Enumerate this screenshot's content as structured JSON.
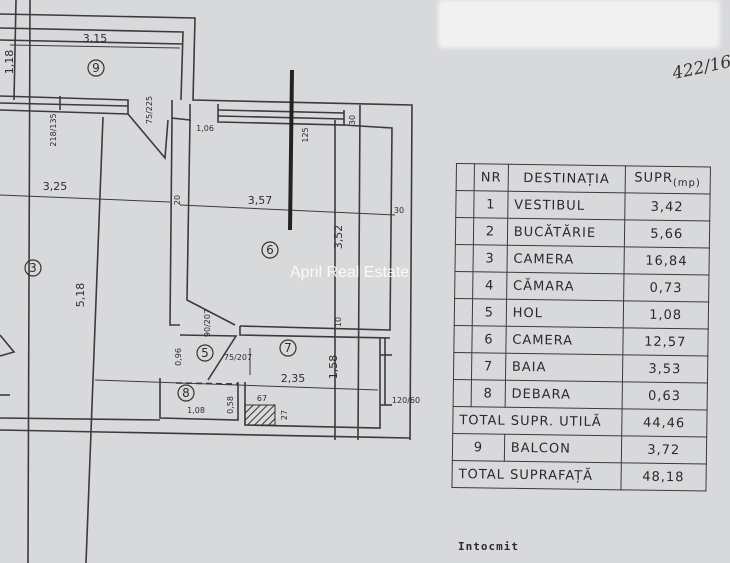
{
  "watermark": "April Real Estate",
  "handwritten_note": "422/16",
  "footer": {
    "signed_by_label": "Intocmit"
  },
  "plan": {
    "rooms": [
      "9",
      "3",
      "6",
      "5",
      "7",
      "8"
    ],
    "dimensions": {
      "balcony_width": "3,15",
      "balcony_depth": "1,18",
      "window_3": "218/135",
      "door_1": "75/225",
      "wall_thickness_1": "1,06",
      "window_6": "125",
      "pillar": "30",
      "room3_width": "3,25",
      "partition": "20",
      "room6_width": "3,57",
      "wall_right": "30",
      "room6_depth": "3,52",
      "room3_depth": "5,18",
      "partition_2": "10",
      "door_4": "90/207",
      "door_7": "75/207",
      "hall_depth": "0,96",
      "bath_width": "2,35",
      "bath_depth": "1,58",
      "storage_width": "1,08",
      "storage_depth": "0,58",
      "duct_w": "67",
      "duct_d": "27",
      "window_7": "120/60"
    }
  },
  "table": {
    "headers": {
      "nr": "NR",
      "destination": "DESTINAȚIA",
      "area": "SUPR",
      "unit": "(mp)"
    },
    "rows": [
      {
        "nr": "1",
        "name": "VESTIBUL",
        "area": "3,42"
      },
      {
        "nr": "2",
        "name": "BUCĂTĂRIE",
        "area": "5,66"
      },
      {
        "nr": "3",
        "name": "CAMERA",
        "area": "16,84"
      },
      {
        "nr": "4",
        "name": "CĂMARA",
        "area": "0,73"
      },
      {
        "nr": "5",
        "name": "HOL",
        "area": "1,08"
      },
      {
        "nr": "6",
        "name": "CAMERA",
        "area": "12,57"
      },
      {
        "nr": "7",
        "name": "BAIA",
        "area": "3,53"
      },
      {
        "nr": "8",
        "name": "DEBARA",
        "area": "0,63"
      }
    ],
    "total_useful": {
      "label": "TOTAL SUPR. UTILĂ",
      "area": "44,46"
    },
    "balcony": {
      "nr": "9",
      "name": "BALCON",
      "area": "3,72"
    },
    "total": {
      "label": "TOTAL SUPRAFAȚĂ",
      "area": "48,18"
    }
  }
}
